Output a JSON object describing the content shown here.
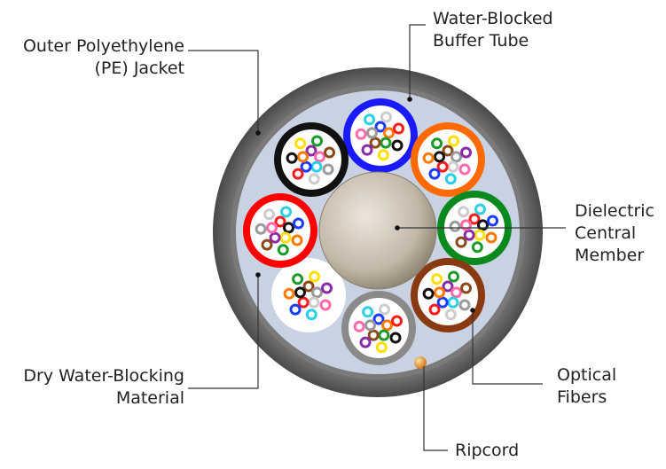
{
  "labels": {
    "jacket": [
      "Outer Polyethylene",
      "(PE) Jacket"
    ],
    "buffer_tube": [
      "Water-Blocked",
      "Buffer Tube"
    ],
    "central_member": [
      "Dielectric",
      "Central",
      "Member"
    ],
    "water_blocking": [
      "Dry Water-Blocking",
      "Material"
    ],
    "optical_fibers": [
      "Optical",
      "Fibers"
    ],
    "ripcord": [
      "Ripcord"
    ]
  },
  "colors": {
    "jacket_outer": "#5a5a5a",
    "jacket_inner": "#9a9a9a",
    "water_blocking_fill": "#c9d2e2",
    "central_member": "#c9bfb0",
    "ripcord": "#e8a040",
    "leader_line": "#333333"
  },
  "buffer_tubes": [
    {
      "color": "#1a1aff"
    },
    {
      "color": "#ff6a00"
    },
    {
      "color": "#0a8a1e"
    },
    {
      "color": "#8a3a10"
    },
    {
      "color": "#8a8a8a"
    },
    {
      "color": "#ffffff"
    },
    {
      "color": "#ff0000"
    },
    {
      "color": "#111111"
    }
  ],
  "fiber_colors": [
    "#1a3cff",
    "#ff7a00",
    "#1a9a2a",
    "#8a4a1a",
    "#9a9a9a",
    "#ffffff",
    "#ff1a1a",
    "#111111",
    "#ffe000",
    "#8a2aa8",
    "#ff6aaa",
    "#2ad0e8"
  ]
}
